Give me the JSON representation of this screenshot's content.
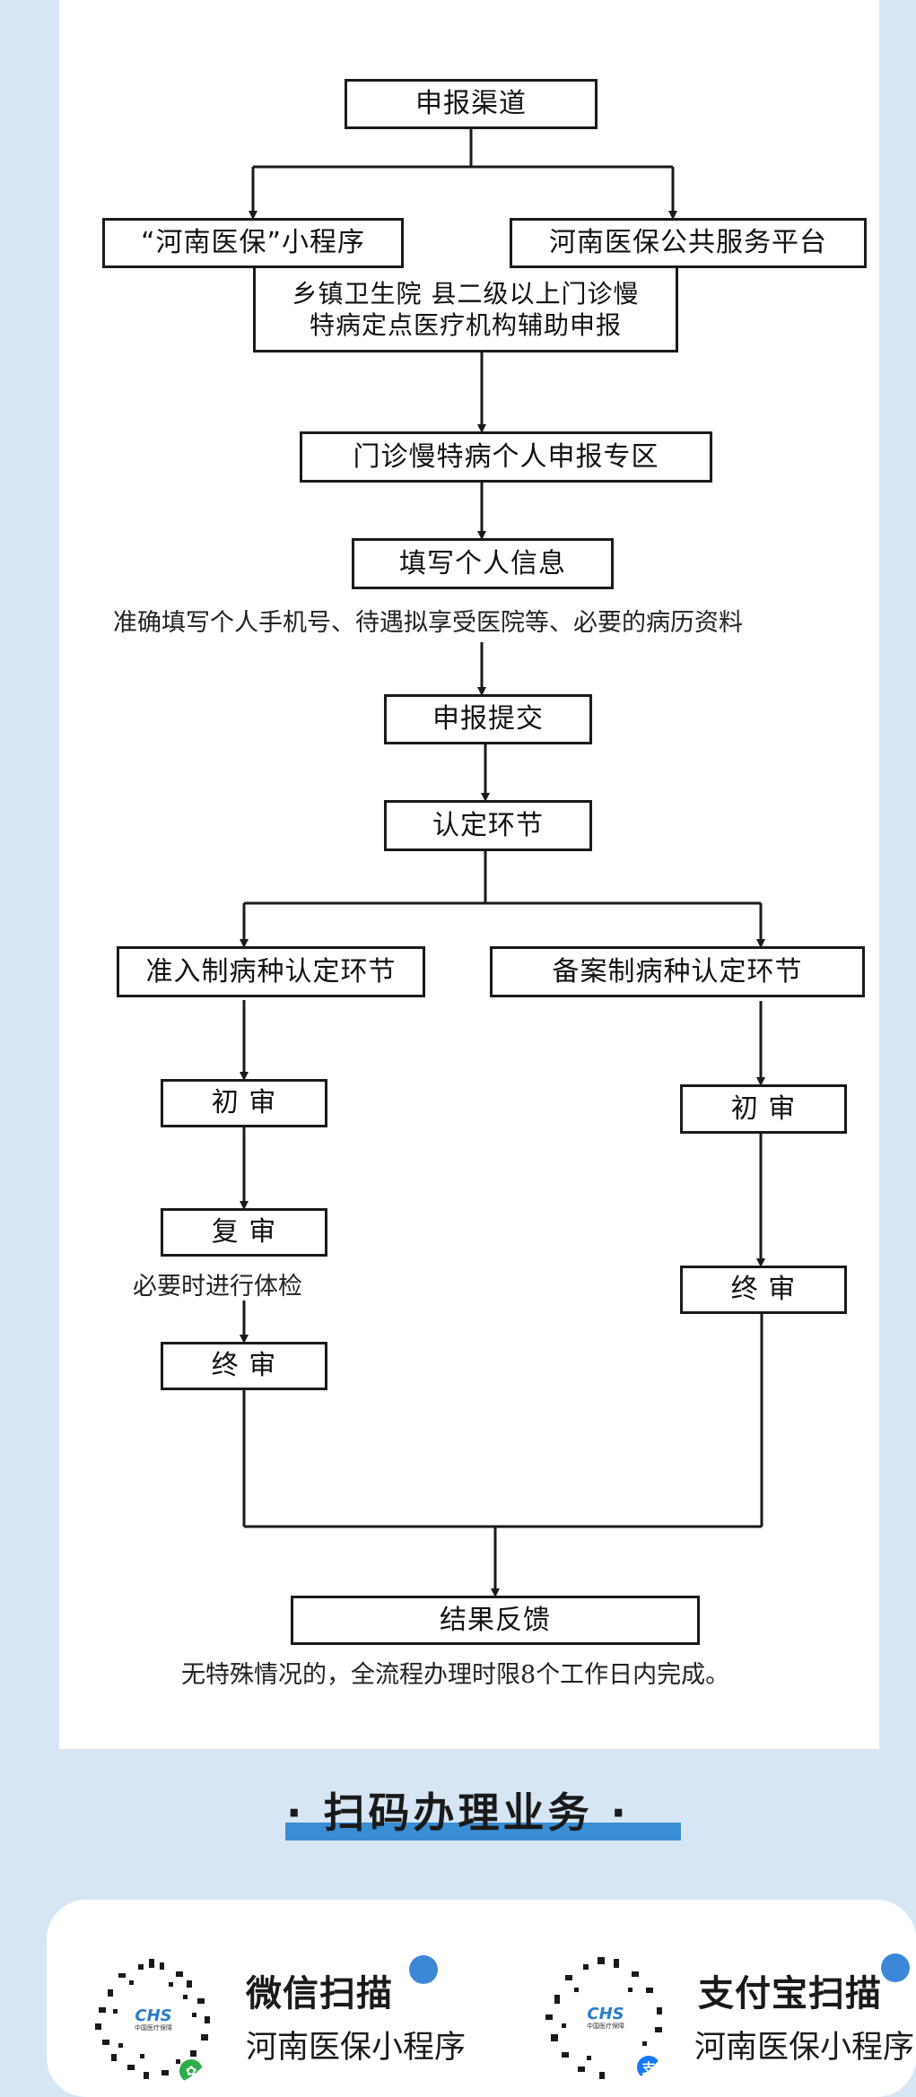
{
  "flow": {
    "channel": "申报渠道",
    "henan_miniprogram": "“河南医保”小程序",
    "henan_platform": "河南医保公共服务平台",
    "assist_line1": "乡镇卫生院 县二级以上门诊慢",
    "assist_line2": "特病定点医疗机构辅助申报",
    "personal_zone": "门诊慢特病个人申报专区",
    "fill_info": "填写个人信息",
    "fill_note": "准确填写个人手机号、待遇拟享受医院等、必要的病历资料",
    "submit": "申报提交",
    "recognition": "认定环节",
    "left_branch": "准入制病种认定环节",
    "right_branch": "备案制病种认定环节",
    "left_first": "初 审",
    "left_second": "复 审",
    "left_note": "必要时进行体检",
    "left_final": "终 审",
    "right_first": "初 审",
    "right_final": "终 审",
    "result": "结果反馈",
    "result_note": "无特殊情况的，全流程办理时限8个工作日内完成。"
  },
  "scan_section": {
    "title": "· 扫码办理业务 ·",
    "wechat": {
      "title": "微信扫描",
      "subtitle": "河南医保小程序",
      "logo": "CHS",
      "logo_sub": "中国医疗保障",
      "icon": "wechat-miniprogram-icon"
    },
    "alipay": {
      "title": "支付宝扫描",
      "subtitle": "河南医保小程序",
      "logo": "CHS",
      "logo_sub": "中国医疗保障",
      "icon": "alipay-icon",
      "badge": "支"
    }
  },
  "colors": {
    "accent": "#3a8ed4",
    "background": "#d6e6f4",
    "wechat_green": "#2bad4a",
    "alipay_blue": "#1677ff"
  }
}
